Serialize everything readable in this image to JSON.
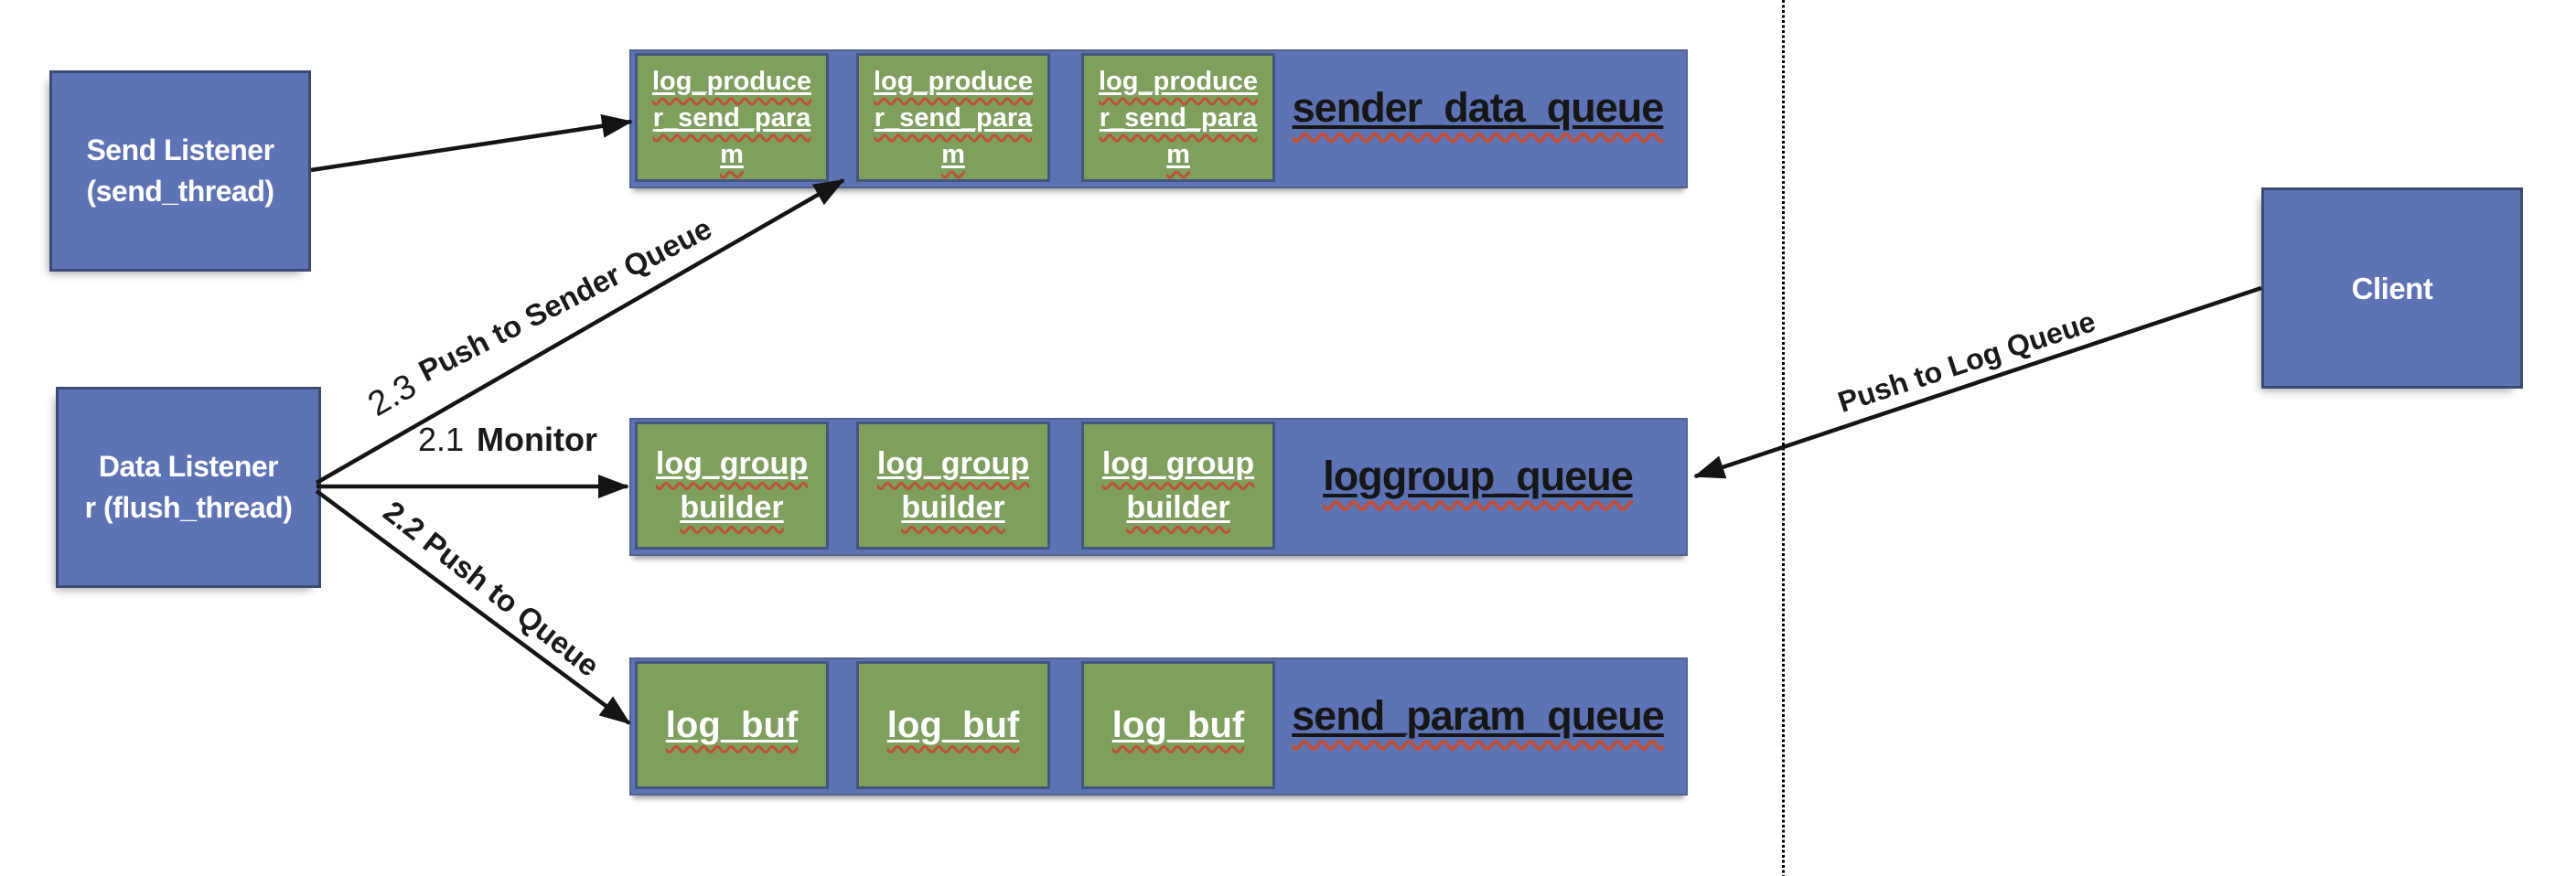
{
  "nodes": {
    "send_listener": {
      "lines": [
        "Send Listener",
        "(send_thread)"
      ]
    },
    "data_listener": {
      "lines": [
        "Data Listener",
        "r (flush_thread)"
      ]
    },
    "client": {
      "label": "Client"
    }
  },
  "queues": [
    {
      "label": "sender_data_queue",
      "cells": [
        [
          "log_produce",
          "r_send_para",
          "m"
        ],
        [
          "log_produce",
          "r_send_para",
          "m"
        ],
        [
          "log_produce",
          "r_send_para",
          "m"
        ]
      ]
    },
    {
      "label": "loggroup_queue",
      "cells": [
        [
          "log_group",
          "builder"
        ],
        [
          "log_group",
          "builder"
        ],
        [
          "log_group",
          "builder"
        ]
      ]
    },
    {
      "label": "send_param_queue",
      "cells": [
        [
          "log_buf"
        ],
        [
          "log_buf"
        ],
        [
          "log_buf"
        ]
      ]
    }
  ],
  "arrows": {
    "step23": {
      "number": "2.3",
      "label": "Push to Sender Queue"
    },
    "step21": {
      "number": "2.1",
      "label": "Monitor"
    },
    "step22": {
      "label": "2.2 Push to Queue"
    },
    "client_push": {
      "label": "Push to Log Queue"
    }
  },
  "colors": {
    "node_fill": "#5c74b5",
    "cell_fill": "#7e9f5e",
    "cell_border": "#42577d",
    "arrow": "#141414",
    "spellcheck_underline": "#bf4f38",
    "text_on_blue": "#ffffff",
    "label_text": "#1a1a1a"
  }
}
